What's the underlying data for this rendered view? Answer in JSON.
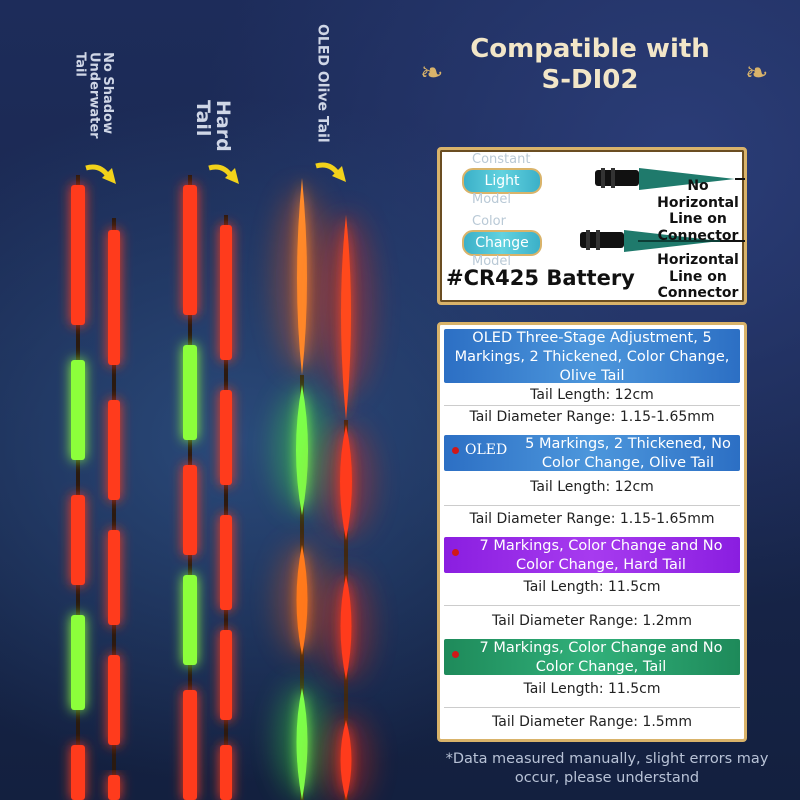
{
  "labels": {
    "no_shadow": "No Shadow Underwater Tail",
    "hard_tail": "Hard Tail",
    "oled_olive": "OLED Olive Tail"
  },
  "title_line1": "Compatible with",
  "title_line2": "S-DI02",
  "battery_panel": {
    "constant_pill": "Light",
    "constant_ghost_top": "Constant",
    "constant_ghost_bottom": "Model",
    "change_pill": "Change",
    "change_ghost_top": "Color",
    "change_ghost_bottom": "Model",
    "connector_label_1": "No Horizontal Line on Connector",
    "connector_label_2": "Horizontal Line on Connector",
    "battery": "#CR425 Battery"
  },
  "specs": {
    "h1": "OLED Three-Stage Adjustment, 5 Markings, 2 Thickened, Color Change, Olive Tail",
    "r1a": "Tail Length: 12cm",
    "r1b": "Tail Diameter Range: 1.15-1.65mm",
    "h2_badge": "OLED",
    "h2": "5 Markings, 2 Thickened, No Color Change, Olive Tail",
    "r2a": "Tail Length: 12cm",
    "r2b": "Tail Diameter Range: 1.15-1.65mm",
    "h3": "7 Markings, Color Change and No Color Change, Hard Tail",
    "r3a": "Tail Length: 11.5cm",
    "r3b": "Tail Diameter Range: 1.2mm",
    "h4": "7 Markings, Color Change and No Color Change, Tail",
    "r4a": "Tail Length: 11.5cm",
    "r4b": "Tail Diameter Range: 1.5mm"
  },
  "footnote": "*Data measured manually, slight errors may occur, please understand",
  "colors": {
    "red_segment": "#ff3a1a",
    "green_segment": "#8cff3a",
    "orange_segment": "#ff7a1a",
    "gold": "#d9b36a"
  }
}
